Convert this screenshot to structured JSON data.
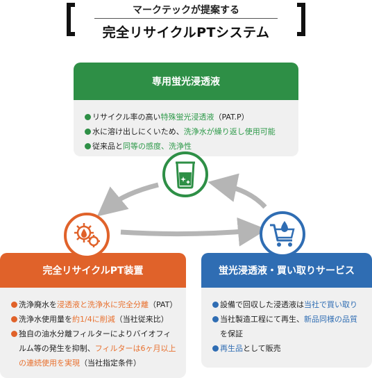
{
  "header": {
    "subtitle": "マークテックが提案する",
    "title": "完全リサイクルPTシステム"
  },
  "top_box": {
    "title": "専用蛍光浸透液",
    "bullets": [
      {
        "parts": [
          {
            "text": "リサイクル率の高い",
            "hl": false
          },
          {
            "text": "特殊蛍光浸透液",
            "hl": true
          },
          {
            "text": "（PAT.P）",
            "hl": false
          }
        ]
      },
      {
        "parts": [
          {
            "text": "水に溶け出しにくいため、",
            "hl": false
          },
          {
            "text": "洗浄水が繰り返し使用可能",
            "hl": true
          }
        ]
      },
      {
        "parts": [
          {
            "text": "従来品と",
            "hl": false
          },
          {
            "text": "同等の感度、洗浄性",
            "hl": true
          }
        ]
      }
    ]
  },
  "left_box": {
    "title": "完全リサイクルPT装置",
    "bullets": [
      {
        "parts": [
          {
            "text": "洗浄廃水を",
            "hl": false
          },
          {
            "text": "浸透液と洗浄水に完全分離",
            "hl": true
          },
          {
            "text": "（PAT）",
            "hl": false
          }
        ]
      },
      {
        "parts": [
          {
            "text": "洗浄水使用量を",
            "hl": false
          },
          {
            "text": "約1/4に削減",
            "hl": true
          },
          {
            "text": "（当社従来比）",
            "hl": false
          }
        ]
      },
      {
        "parts": [
          {
            "text": "独自の油水分離フィルターによりバイオフィルム等の発生を抑制、",
            "hl": false
          },
          {
            "text": "フィルターは6ヶ月以上の連続使用を実現",
            "hl": true
          },
          {
            "text": "（当社指定条件）",
            "hl": false
          }
        ]
      }
    ]
  },
  "right_box": {
    "title": "蛍光浸透液・買い取りサービス",
    "bullets": [
      {
        "parts": [
          {
            "text": "設備で回収した浸透液は",
            "hl": false
          },
          {
            "text": "当社で買い取り",
            "hl": true
          }
        ]
      },
      {
        "parts": [
          {
            "text": "当社製造工程にて再生、",
            "hl": false
          },
          {
            "text": "新品同様の品質",
            "hl": true
          },
          {
            "text": "を保証",
            "hl": false
          }
        ]
      },
      {
        "parts": [
          {
            "text": "再生品",
            "hl": true
          },
          {
            "text": "として販売",
            "hl": false
          }
        ]
      }
    ]
  },
  "icons": {
    "top": "beaker-sparkle-icon",
    "left": "gear-droplet-icon",
    "right": "cart-droplet-icon"
  },
  "colors": {
    "green": "#2e8f46",
    "orange": "#e0622a",
    "blue": "#2f6db3",
    "arrow": "#b5b5b5"
  }
}
